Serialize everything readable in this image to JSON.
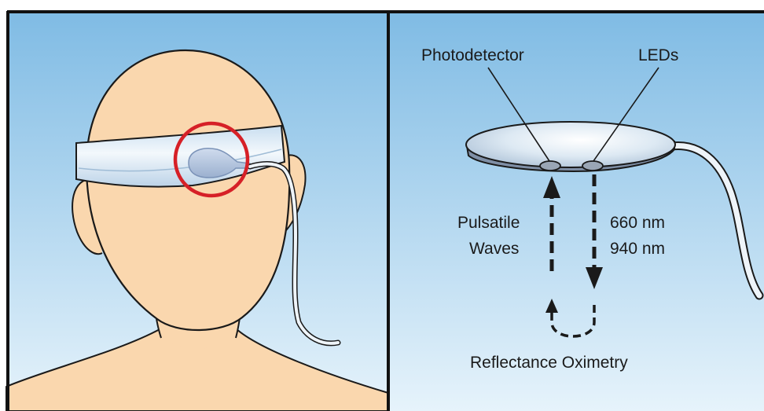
{
  "labels": {
    "photodetector": "Photodetector",
    "leds": "LEDs",
    "pulsatile": "Pulsatile",
    "waves": "Waves",
    "wavelength_1": "660 nm",
    "wavelength_2": "940 nm",
    "caption": "Reflectance Oximetry"
  },
  "colors": {
    "sky_top": "#7fbbe4",
    "sky_bottom": "#ddeefa",
    "skin": "#fad7ae",
    "outline": "#1a1a1a",
    "headband": "#e4eff7",
    "sensor": "#b5c6df",
    "highlight_circle": "#d62027",
    "frame": "#111111"
  }
}
